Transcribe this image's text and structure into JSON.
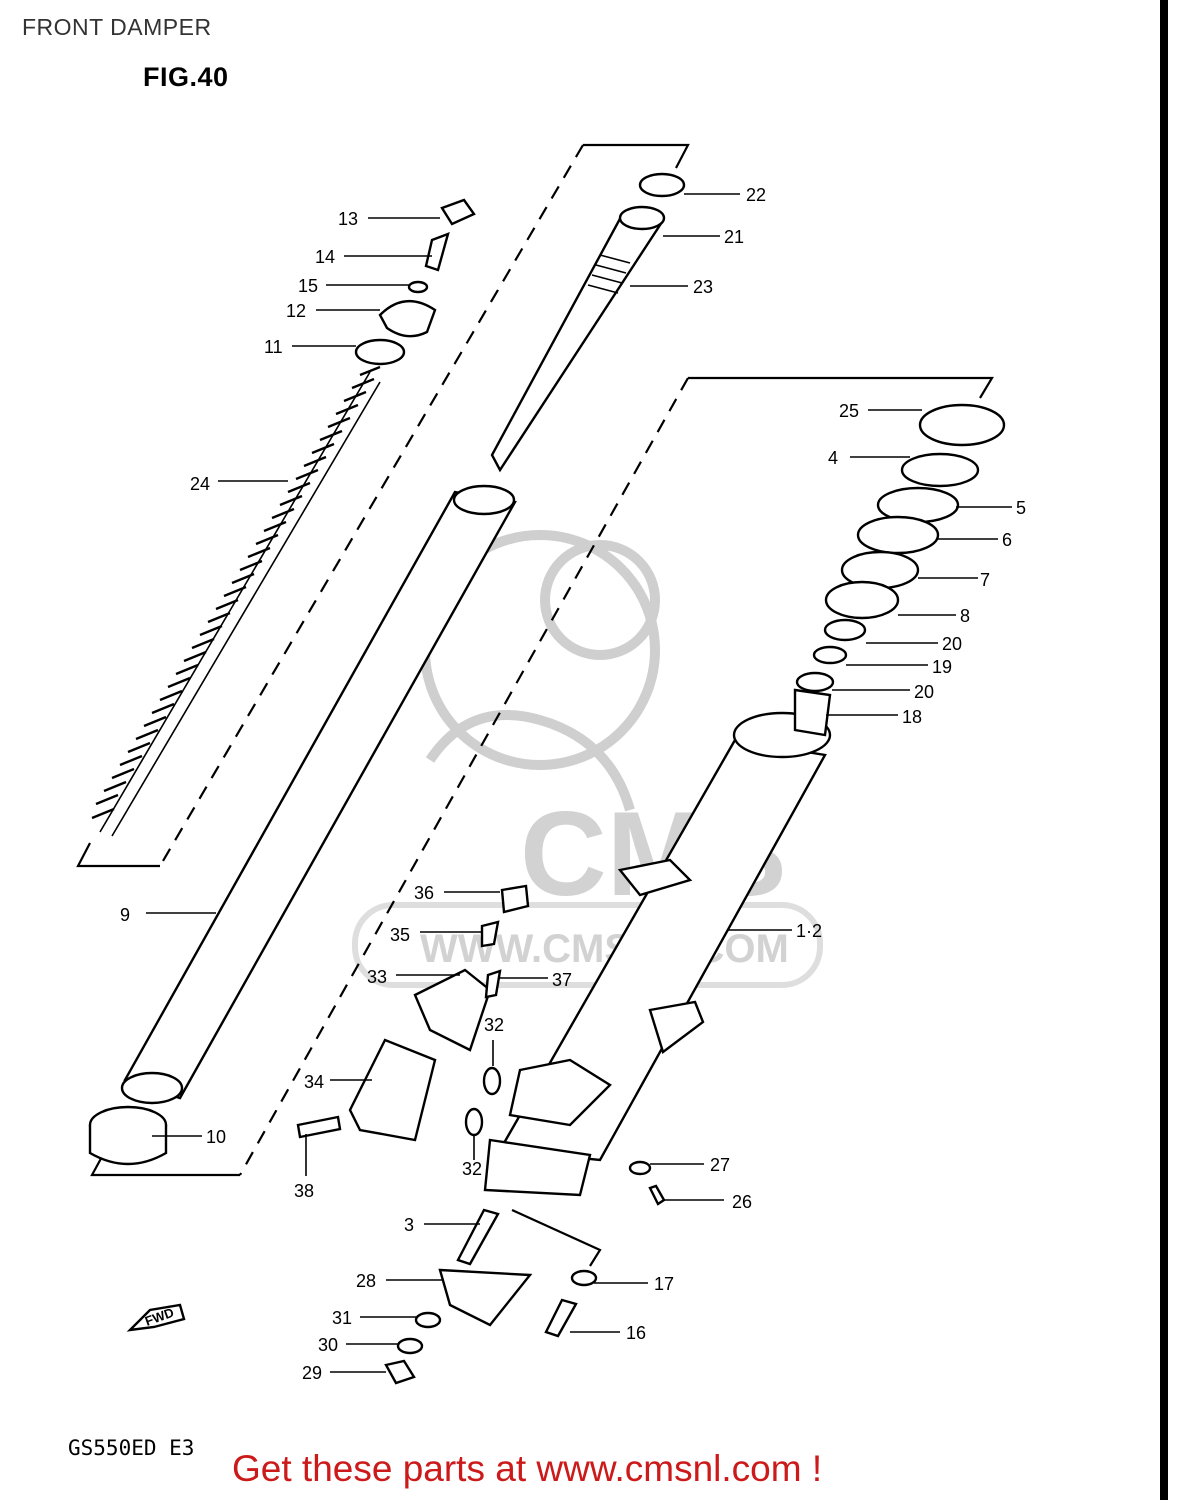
{
  "page_title": "FRONT DAMPER",
  "figure": "FIG.40",
  "model_code": "GS550ED  E3",
  "promo_text": "Get these parts at www.cmsnl.com !",
  "watermark": {
    "logo": "CMS",
    "url": "WWW.CMSNL.COM"
  },
  "fwd_arrow": "FWD",
  "icons": [
    "fwd-arrow-icon",
    "cms-watermark-logo"
  ],
  "callouts": [
    {
      "id": "22",
      "text": "22"
    },
    {
      "id": "21",
      "text": "21"
    },
    {
      "id": "23",
      "text": "23"
    },
    {
      "id": "13",
      "text": "13"
    },
    {
      "id": "14",
      "text": "14"
    },
    {
      "id": "15",
      "text": "15"
    },
    {
      "id": "12",
      "text": "12"
    },
    {
      "id": "11",
      "text": "11"
    },
    {
      "id": "24",
      "text": "24"
    },
    {
      "id": "25",
      "text": "25"
    },
    {
      "id": "4",
      "text": "4"
    },
    {
      "id": "5",
      "text": "5"
    },
    {
      "id": "6",
      "text": "6"
    },
    {
      "id": "7",
      "text": "7"
    },
    {
      "id": "8",
      "text": "8"
    },
    {
      "id": "20a",
      "text": "20"
    },
    {
      "id": "19",
      "text": "19"
    },
    {
      "id": "20b",
      "text": "20"
    },
    {
      "id": "18",
      "text": "18"
    },
    {
      "id": "9",
      "text": "9"
    },
    {
      "id": "36",
      "text": "36"
    },
    {
      "id": "35",
      "text": "35"
    },
    {
      "id": "1-2",
      "text": "1·2"
    },
    {
      "id": "33",
      "text": "33"
    },
    {
      "id": "37",
      "text": "37"
    },
    {
      "id": "32a",
      "text": "32"
    },
    {
      "id": "34",
      "text": "34"
    },
    {
      "id": "10",
      "text": "10"
    },
    {
      "id": "32b",
      "text": "32"
    },
    {
      "id": "38",
      "text": "38"
    },
    {
      "id": "27",
      "text": "27"
    },
    {
      "id": "26",
      "text": "26"
    },
    {
      "id": "3",
      "text": "3"
    },
    {
      "id": "28",
      "text": "28"
    },
    {
      "id": "17",
      "text": "17"
    },
    {
      "id": "31",
      "text": "31"
    },
    {
      "id": "16",
      "text": "16"
    },
    {
      "id": "30",
      "text": "30"
    },
    {
      "id": "29",
      "text": "29"
    }
  ]
}
